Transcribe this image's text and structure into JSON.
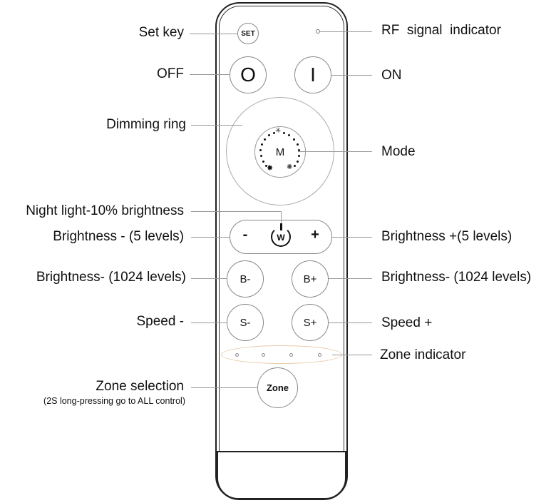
{
  "buttons": {
    "set": "SET",
    "off": "O",
    "on": "I",
    "mode": "M",
    "brightness_minus_5": "-",
    "night_light": "W",
    "brightness_plus_5": "+",
    "b_minus": "B-",
    "b_plus": "B+",
    "s_minus": "S-",
    "s_plus": "S+",
    "zone": "Zone"
  },
  "labels_left": {
    "set_key": "Set key",
    "off": "OFF",
    "dimming_ring": "Dimming ring",
    "night_light": "Night light-10% brightness",
    "brightness_minus_5": "Brightness - (5 levels)",
    "brightness_minus_1024": "Brightness- (1024 levels)",
    "speed_minus": "Speed -",
    "zone_selection": "Zone selection",
    "zone_selection_note": "(2S long-pressing go to ALL control)"
  },
  "labels_right": {
    "rf_signal": "RF  signal  indicator",
    "on": "ON",
    "mode": "Mode",
    "brightness_plus_5": "Brightness +(5 levels)",
    "brightness_plus_1024": "Brightness- (1024 levels)",
    "speed_plus": "Speed +",
    "zone_indicator": "Zone indicator"
  },
  "colors": {
    "zone_indicator_outline": "#e8c9a8",
    "outline": "#222222",
    "leader_line": "#999999"
  }
}
